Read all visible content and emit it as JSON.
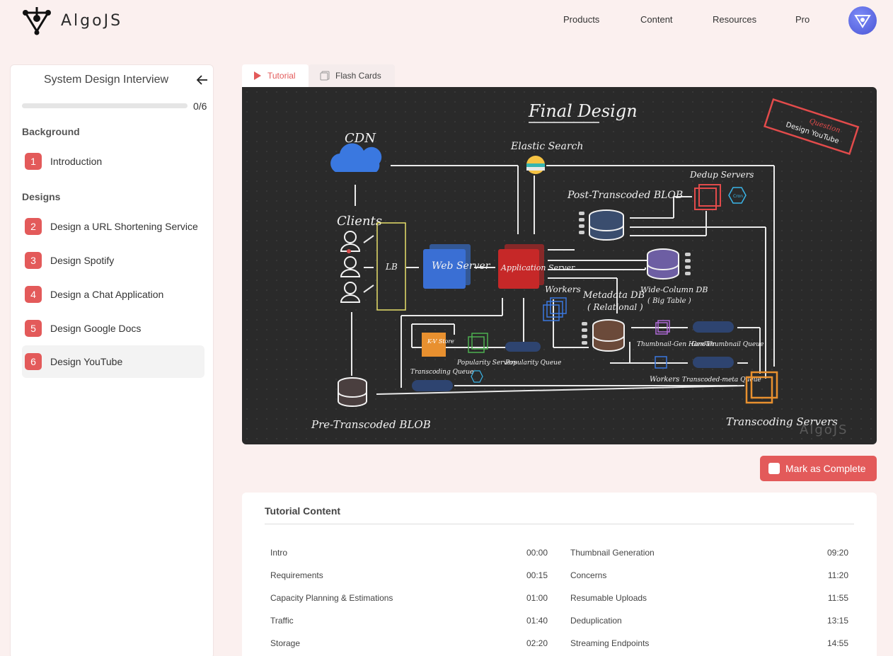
{
  "brand": {
    "name": "AlgoJS"
  },
  "nav": {
    "items": [
      "Products",
      "Content",
      "Resources",
      "Pro"
    ]
  },
  "sidebar": {
    "title": "System Design Interview",
    "progress": {
      "completed": 0,
      "total": 6,
      "label": "0/6",
      "fraction": 0
    },
    "sections": [
      {
        "title": "Background",
        "items": [
          {
            "num": "1",
            "label": "Introduction"
          }
        ]
      },
      {
        "title": "Designs",
        "items": [
          {
            "num": "2",
            "label": "Design a URL Shortening Service"
          },
          {
            "num": "3",
            "label": "Design Spotify"
          },
          {
            "num": "4",
            "label": "Design a Chat Application"
          },
          {
            "num": "5",
            "label": "Design Google Docs"
          },
          {
            "num": "6",
            "label": "Design YouTube",
            "active": true
          }
        ]
      }
    ]
  },
  "tabs": [
    {
      "label": "Tutorial",
      "active": true
    },
    {
      "label": "Flash Cards",
      "active": false
    }
  ],
  "diagram": {
    "title": "Final Design",
    "stamp_top": "Question",
    "stamp_bottom": "Design YouTube",
    "labels": {
      "cdn": "CDN",
      "elastic": "Elastic Search",
      "clients": "Clients",
      "lb": "LB",
      "web": "Web Server",
      "app": "Application Server",
      "post_blob": "Post-Transcoded BLOB",
      "dedup": "Dedup Servers",
      "widecol": "Wide-Column DB",
      "bigtable": "( Big Table )",
      "workers": "Workers",
      "metadata": "Metadata DB",
      "relational": "( Relational )",
      "kv": "K-V Store",
      "pop_servers": "Popularity Servers",
      "pop_queue": "Popularity Queue",
      "trans_queue": "Transcoding Queue",
      "thumb_handler": "Thumbnail-Gen Handler",
      "thumb_queue": "Gen-Thumbnail Queue",
      "workers2": "Workers",
      "trans_meta_queue": "Transcoded-meta Queue",
      "pre_blob": "Pre-Transcoded BLOB",
      "trans_servers": "Transcoding Servers",
      "cron": "Cron",
      "watermark": "AlgoJS"
    }
  },
  "complete_button": {
    "label": "Mark as Complete"
  },
  "tutorial_content": {
    "title": "Tutorial Content",
    "left": [
      {
        "label": "Intro",
        "time": "00:00"
      },
      {
        "label": "Requirements",
        "time": "00:15"
      },
      {
        "label": "Capacity Planning & Estimations",
        "time": "01:00"
      },
      {
        "label": "Traffic",
        "time": "01:40"
      },
      {
        "label": "Storage",
        "time": "02:20"
      }
    ],
    "right": [
      {
        "label": "Thumbnail Generation",
        "time": "09:20"
      },
      {
        "label": "Concerns",
        "time": "11:20"
      },
      {
        "label": "Resumable Uploads",
        "time": "11:55"
      },
      {
        "label": "Deduplication",
        "time": "13:15"
      },
      {
        "label": "Streaming Endpoints",
        "time": "14:55"
      }
    ]
  },
  "colors": {
    "accent": "#e35a5a",
    "diagram_bg": "#2a2a2a",
    "page_bg": "#fbf0ef"
  }
}
